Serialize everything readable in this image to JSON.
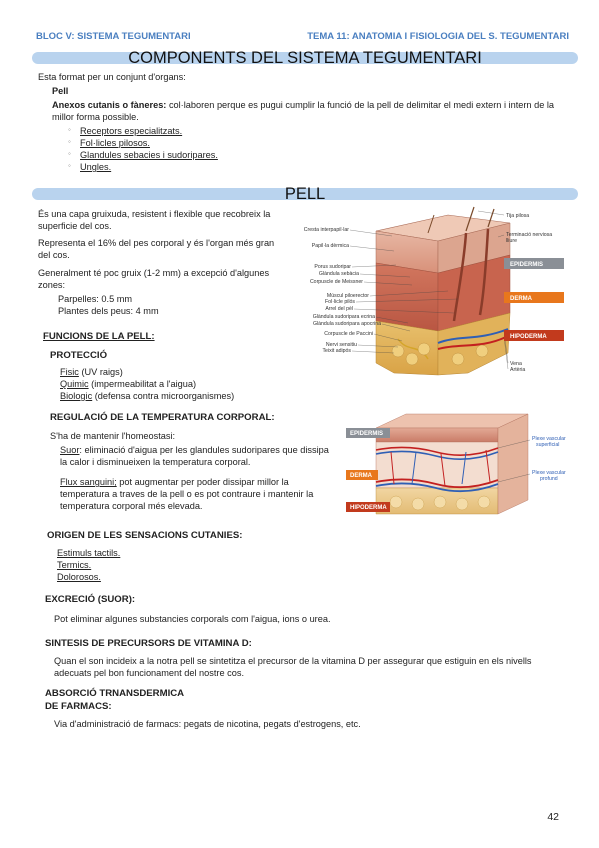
{
  "header": {
    "left": "BLOC V: SISTEMA TEGUMENTARI",
    "right": "TEMA 11: ANATOMIA I FISIOLOGIA DEL S. TEGUMENTARI"
  },
  "components": {
    "title": "COMPONENTS DEL SISTEMA TEGUMENTARI",
    "intro": "Esta format per un conjunt d'organs:",
    "pell_label": "Pell",
    "annex_label": "Anexos cutanis o fàneres:",
    "annex_text": "col·laboren perque es pugui cumplir la funció de la pell de delimitar el medi extern i intern de la millor forma possible.",
    "items": [
      "Receptors especialitzats.",
      "Fol·licles pilosos.",
      "Glandules sebacies i sudoripares.",
      "Ungles."
    ]
  },
  "pell": {
    "title": "PELL",
    "p1": "És una capa gruixuda, resistent i flexible que recobreix la superficie del cos.",
    "p2": "Representa el 16% del pes corporal y és l'organ més gran del cos.",
    "p3": "Generalment té poc gruix (1-2 mm) a excepció d'algunes zones:",
    "z1": "Parpelles: 0.5 mm",
    "z2": "Plantes dels peus: 4 mm"
  },
  "funcions": {
    "title": "FUNCIONS DE LA PELL:",
    "proteccio": {
      "title": "PROTECCIÓ",
      "items": [
        {
          "u": "Fisic",
          "t": " (UV raigs)"
        },
        {
          "u": "Quimic",
          "t": " (impermeabilitat a l'aigua)"
        },
        {
          "u": "Biologic",
          "t": " (defensa contra microorganismes)"
        }
      ]
    },
    "regulacio": {
      "title": "REGULACIÓ DE LA TEMPERATURA CORPORAL:",
      "intro": "S'ha de mantenir l'homeostasi:",
      "suor_u": "Suor",
      "suor_t": ": eliminació d'aigua per les glandules sudoripares que dissipa la calor i disminueixen la temperatura corporal.",
      "flux_u": "Flux sanguini;",
      "flux_t": " pot augmentar per poder dissipar millor la temperatura a traves de la pell o es pot contraure i mantenir la temperatura corporal més elevada."
    },
    "sensacions": {
      "title": "ORIGEN DE LES SENSACIONS CUTANIES:",
      "items": [
        "Estimuls tactils.",
        "Termics.",
        "Dolorosos."
      ]
    },
    "excrecio": {
      "title": "EXCRECIÓ (SUOR):",
      "text": "Pot eliminar algunes substancies corporals com l'aigua, ions o urea."
    },
    "vitamina": {
      "title": "SINTESIS DE PRECURSORS DE VITAMINA D:",
      "text": "Quan el son incideix a la notra pell se sintetitza el precursor de la vitamina D per assegurar que estiguin en els nivells adecuats pel bon funcionament del nostre cos."
    },
    "absorcio": {
      "title1": "ABSORCIÓ TRNANSDERMICA",
      "title2": "DE FARMACS:",
      "text": "Via d'administració de farmacs: pegats de nicotina, pegats d'estrogens, etc."
    }
  },
  "figure1": {
    "labels_left": [
      "Cresta interpapil·lar",
      "Papil·la dèrmica",
      "Porus sudoripar",
      "Glàndula sebàcia",
      "Corpuscle de Meissner",
      "Múscul piloerector",
      "Fol·licle pilós",
      "Arrel del pèl",
      "Glàndula sudoripara ecrina",
      "Glàndula sudoripara apocrina",
      "Corpuscle de Paccini",
      "Nervi sensitiu",
      "Teixit adipós"
    ],
    "labels_right": [
      "Tija pilosa",
      "Terminació nerviosa lliure",
      "Vena",
      "Artèria"
    ],
    "layer_tags": [
      "EPIDERMIS",
      "DERMA",
      "HIPODERMA"
    ],
    "colors": {
      "epidermis": "#8a8f96",
      "derma": "#e8771c",
      "hipoderma": "#c23a1d"
    }
  },
  "figure2": {
    "layer_tags": [
      "EPIDERMIS",
      "DERMA",
      "HIPODERMA"
    ],
    "labels": [
      "Plexe vascular superficial",
      "Plexe vascular profund"
    ]
  },
  "page_number": "42"
}
